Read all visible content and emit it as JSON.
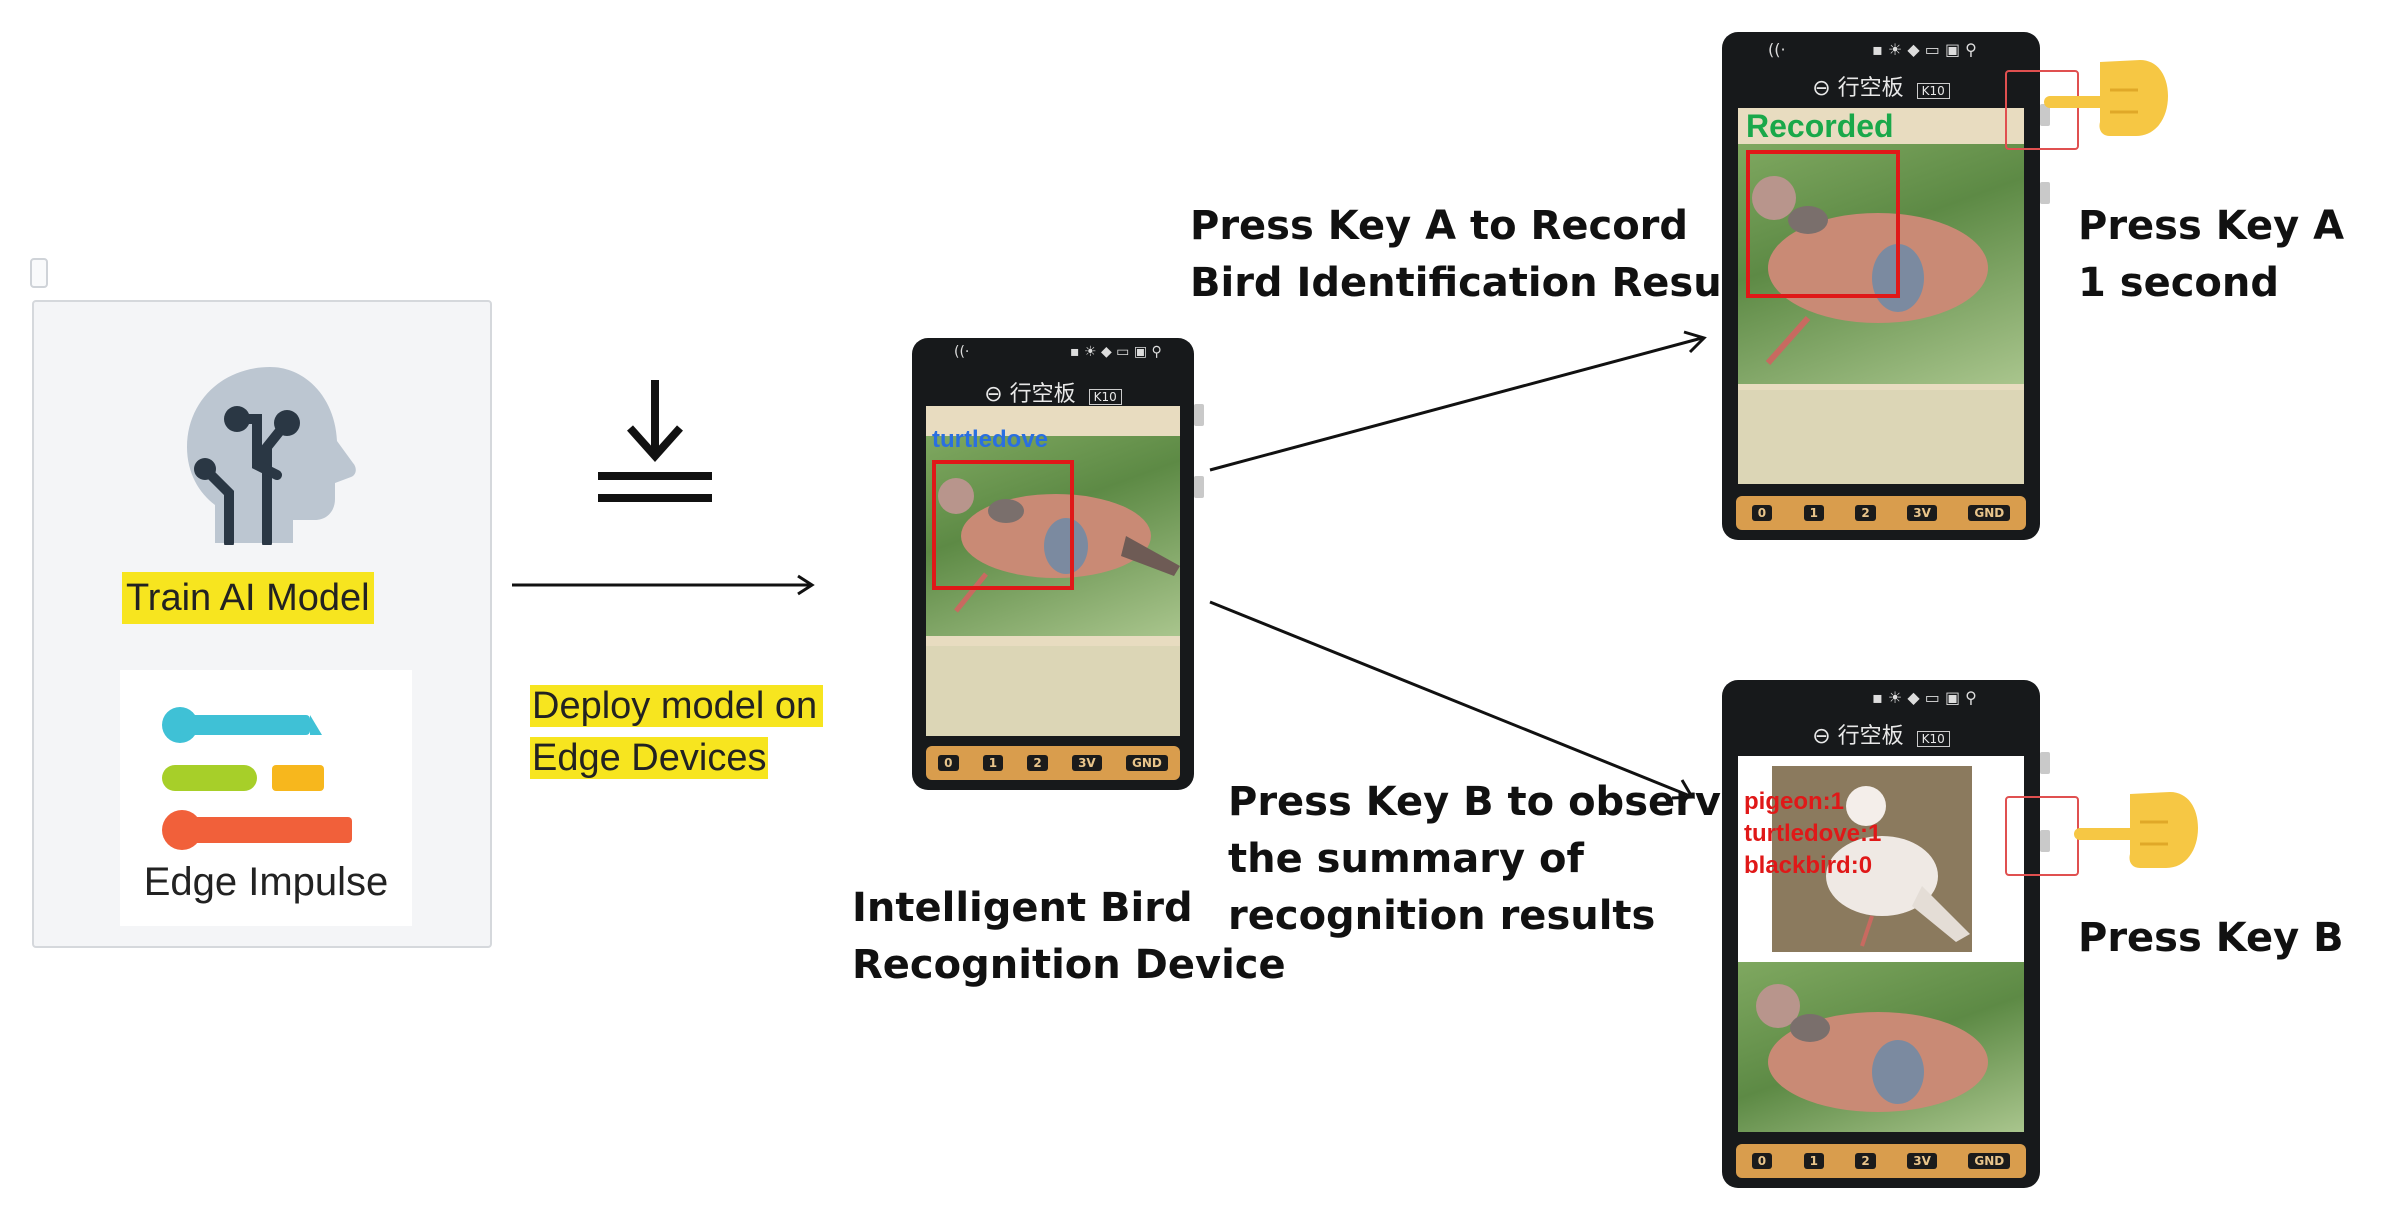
{
  "left_panel": {
    "train_label": "Train AI Model",
    "edge_impulse_label": "Edge Impulse"
  },
  "deploy": {
    "line1": "Deploy model on",
    "line2": "Edge Devices"
  },
  "device_center": {
    "brand": "行空板",
    "model": "K10",
    "detection_label": "turtledove",
    "pins": [
      "0",
      "1",
      "2",
      "3V",
      "GND"
    ],
    "caption_line1": "Intelligent Bird",
    "caption_line2": "Recognition Device"
  },
  "branch_a": {
    "line1": "Press Key A to Record",
    "line2": "Bird Identification Results",
    "status": "Recorded",
    "key_line1": "Press Key A",
    "key_line2": "1 second"
  },
  "branch_b": {
    "line1": "Press Key B to observe",
    "line2": "the summary of",
    "line3": "recognition results",
    "summary": [
      "pigeon:1",
      "turtledove:1",
      "blackbird:0"
    ],
    "key_line1": "Press Key B"
  },
  "colors": {
    "highlight": "#f7e51f",
    "detection_box": "#e01818",
    "recorded_text": "#1aa84a",
    "summary_text": "#e01818",
    "turtledove_text": "#2a6fe0",
    "device_body": "#17191b",
    "pin_strip": "#d99d4d",
    "hand": "#f6c744"
  },
  "icons": [
    "head-circuit-icon",
    "edge-impulse-logo",
    "download-icon",
    "pointing-hand-icon"
  ]
}
